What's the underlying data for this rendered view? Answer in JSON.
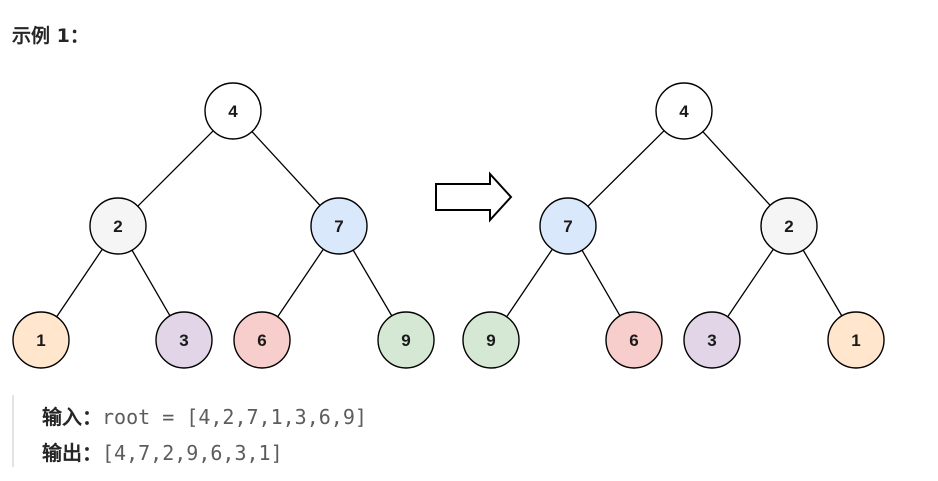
{
  "heading": "示例 1：",
  "colors": {
    "white": "#ffffff",
    "gray": "#f5f5f5",
    "blue": "#dae8fc",
    "orange": "#ffe6cc",
    "purple": "#e1d5e7",
    "red": "#f8cecc",
    "green": "#d5e8d4",
    "stroke": "#000000"
  },
  "trees": [
    {
      "name": "input-tree",
      "nodes": [
        {
          "id": "a",
          "label": "4",
          "color": "white"
        },
        {
          "id": "b",
          "label": "2",
          "color": "gray"
        },
        {
          "id": "c",
          "label": "7",
          "color": "blue"
        },
        {
          "id": "d",
          "label": "1",
          "color": "orange"
        },
        {
          "id": "e",
          "label": "3",
          "color": "purple"
        },
        {
          "id": "f",
          "label": "6",
          "color": "red"
        },
        {
          "id": "g",
          "label": "9",
          "color": "green"
        }
      ],
      "edges": [
        [
          "a",
          "b"
        ],
        [
          "a",
          "c"
        ],
        [
          "b",
          "d"
        ],
        [
          "b",
          "e"
        ],
        [
          "c",
          "f"
        ],
        [
          "c",
          "g"
        ]
      ]
    },
    {
      "name": "output-tree",
      "nodes": [
        {
          "id": "a",
          "label": "4",
          "color": "white"
        },
        {
          "id": "b",
          "label": "7",
          "color": "blue"
        },
        {
          "id": "c",
          "label": "2",
          "color": "gray"
        },
        {
          "id": "d",
          "label": "9",
          "color": "green"
        },
        {
          "id": "e",
          "label": "6",
          "color": "red"
        },
        {
          "id": "f",
          "label": "3",
          "color": "purple"
        },
        {
          "id": "g",
          "label": "1",
          "color": "orange"
        }
      ],
      "edges": [
        [
          "a",
          "b"
        ],
        [
          "a",
          "c"
        ],
        [
          "b",
          "d"
        ],
        [
          "b",
          "e"
        ],
        [
          "c",
          "f"
        ],
        [
          "c",
          "g"
        ]
      ]
    }
  ],
  "example": {
    "input_label": "输入：",
    "input_value": "root = [4,2,7,1,3,6,9]",
    "output_label": "输出：",
    "output_value": "[4,7,2,9,6,3,1]"
  }
}
